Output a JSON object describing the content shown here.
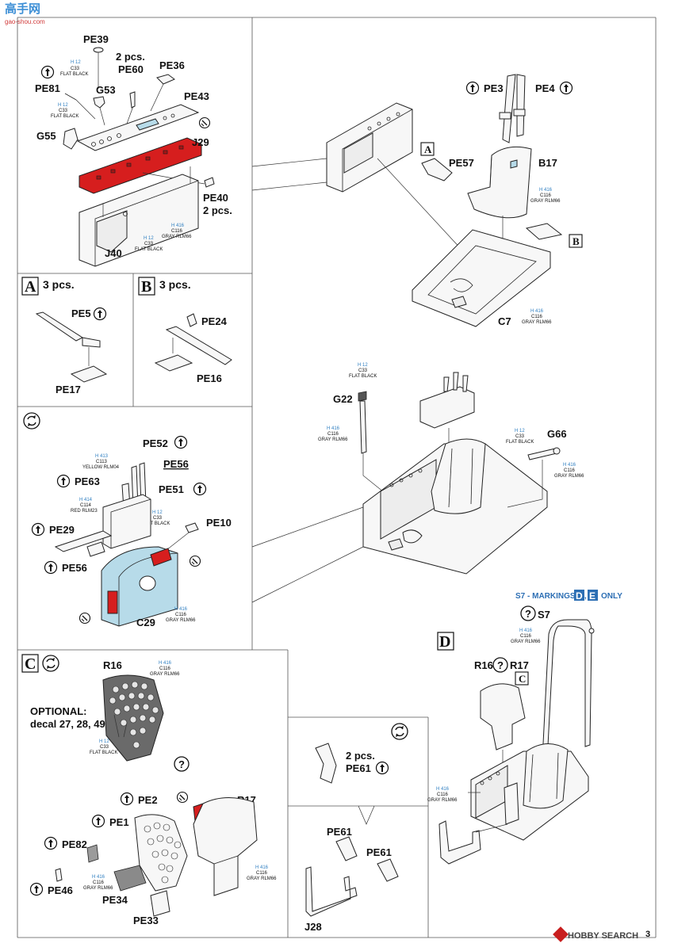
{
  "watermark": {
    "top_site": "高手网",
    "top_url": "gao-shou.com",
    "bottom_brand": "HOBBY SEARCH"
  },
  "page_number": "3",
  "colors": {
    "flat_black_code": "H 12",
    "flat_black_c": "C33",
    "flat_black_name": "FLAT BLACK",
    "gray_code": "H 416",
    "gray_c": "C116",
    "gray_name": "GRAY RLM66",
    "yellow_code": "H 413",
    "yellow_c": "C113",
    "yellow_name": "YELLOW RLM04",
    "red_code": "H 414",
    "red_c": "C114",
    "red_name": "RED RLM23",
    "accent_red": "#d61e1e",
    "accent_blue": "#b7dbe9"
  },
  "section1": {
    "pe39": "PE39",
    "two_pcs": "2 pcs.",
    "pe60": "PE60",
    "pe36": "PE36",
    "pe81": "PE81",
    "g53": "G53",
    "pe43": "PE43",
    "g55": "G55",
    "j29": "J29",
    "pe40": "PE40",
    "pe40_qty": "2 pcs.",
    "j40": "J40"
  },
  "box_a": {
    "letter": "A",
    "qty": "3 pcs.",
    "pe5": "PE5",
    "pe17": "PE17"
  },
  "box_b": {
    "letter": "B",
    "qty": "3 pcs.",
    "pe24": "PE24",
    "pe16": "PE16"
  },
  "seat_assembly": {
    "pe3": "PE3",
    "pe4": "PE4",
    "box_a": "A",
    "pe57": "PE57",
    "b17": "B17",
    "box_b": "B",
    "c7": "C7"
  },
  "stick_assembly": {
    "g22": "G22",
    "g66": "G66"
  },
  "throttle_box": {
    "pe52": "PE52",
    "pe56a": "PE56",
    "pe63": "PE63",
    "pe51": "PE51",
    "pe10": "PE10",
    "pe29": "PE29",
    "pe56b": "PE56",
    "c29": "C29"
  },
  "panel_box": {
    "letter": "C",
    "r16": "R16",
    "optional": "OPTIONAL:",
    "optional_decals": "decal 27, 28, 49",
    "pe2": "PE2",
    "r17": "R17",
    "pe1": "PE1",
    "pe82": "PE82",
    "pe46": "PE46",
    "pe34": "PE34",
    "pe33": "PE33"
  },
  "pe61_box": {
    "two_pcs": "2 pcs.",
    "pe61a": "PE61",
    "pe61b": "PE61",
    "pe61c": "PE61",
    "j28": "J28"
  },
  "final_assembly": {
    "markings_note": "S7 - MARKINGS",
    "markings_d": "D",
    "markings_e": "E",
    "markings_only": "ONLY",
    "box_d": "D",
    "s7": "S7",
    "r16": "R16",
    "r17": "R17",
    "box_c": "C"
  }
}
